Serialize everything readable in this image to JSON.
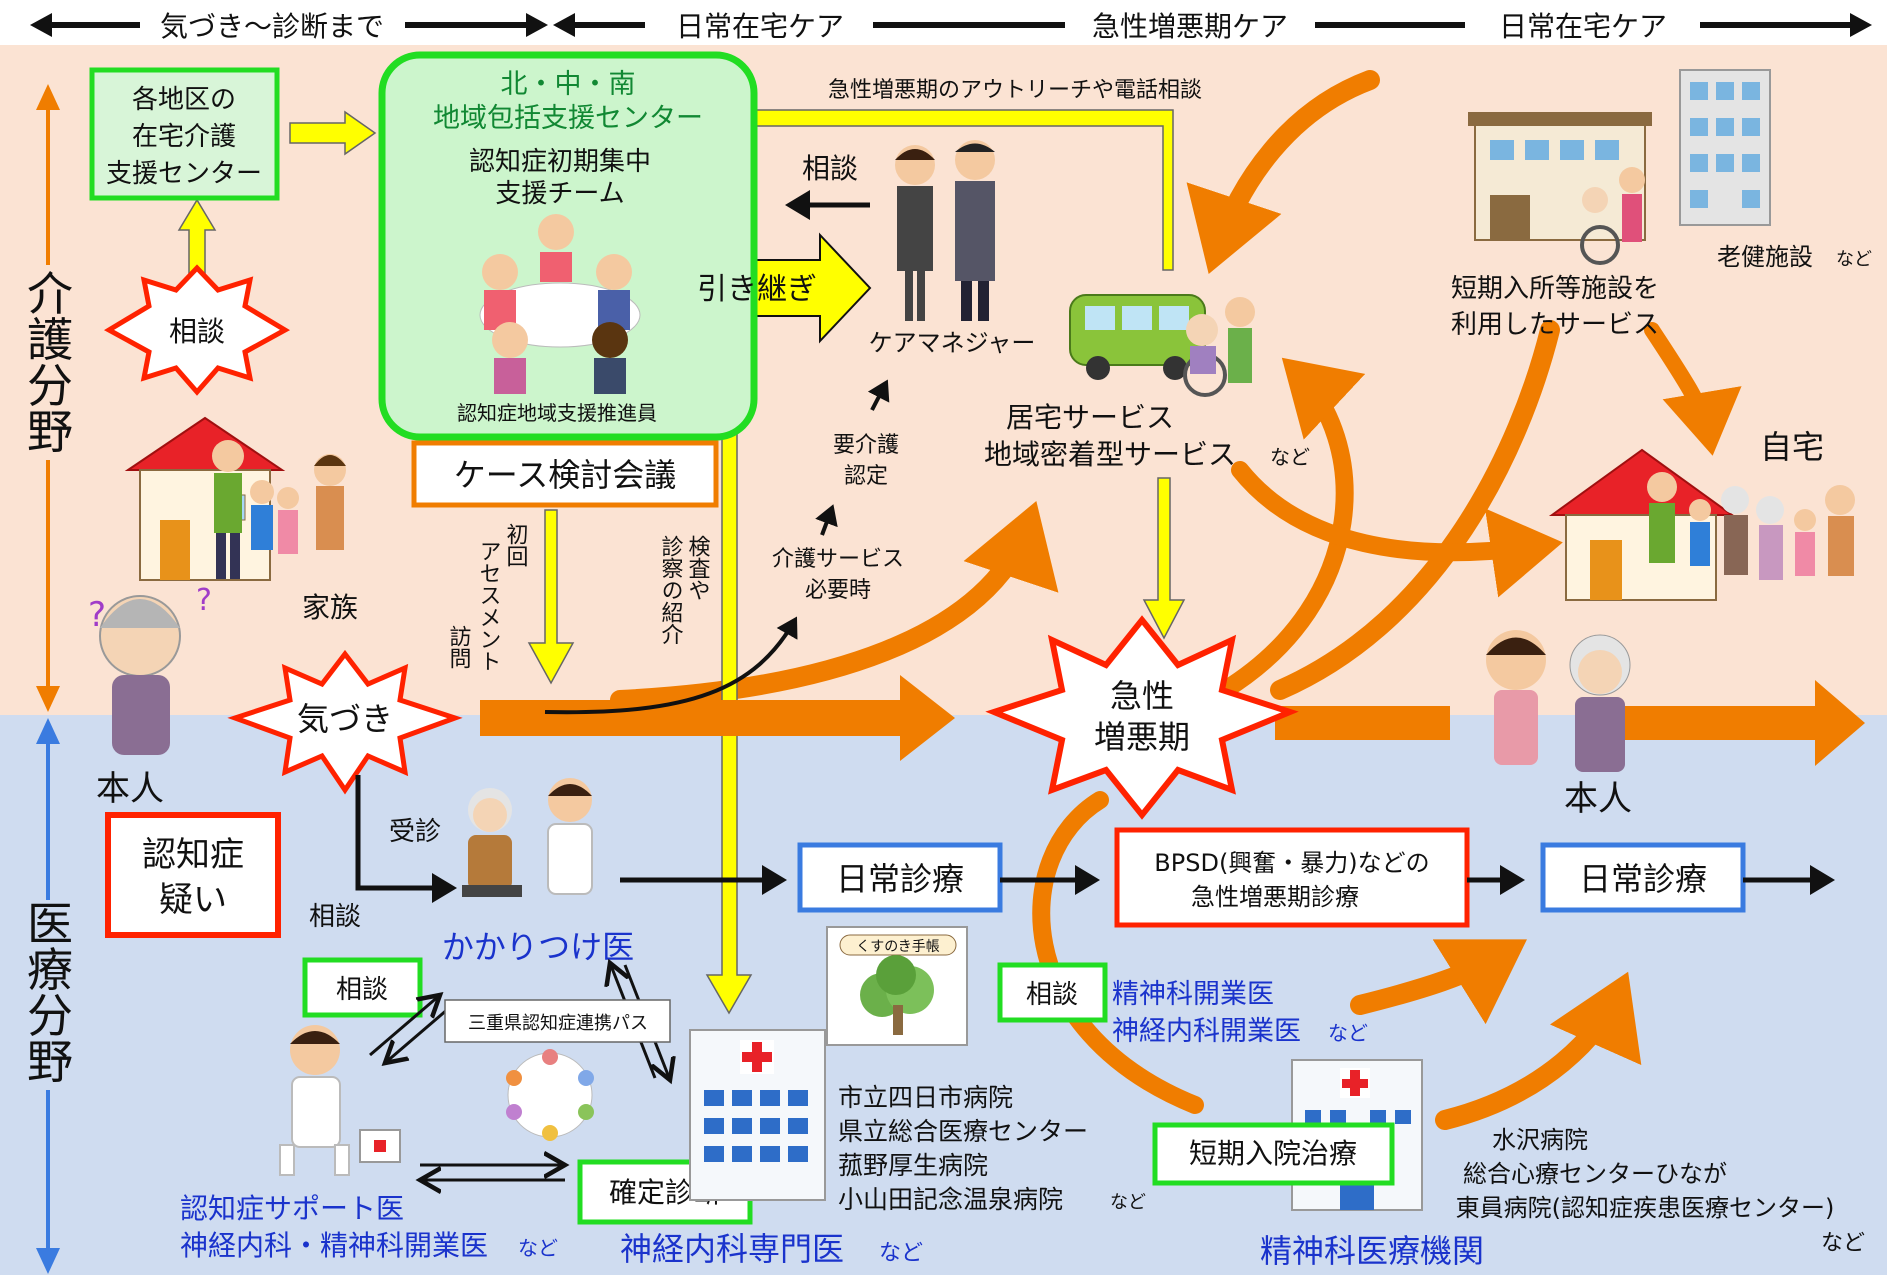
{
  "phases": {
    "phase1": "気づき〜診断まで",
    "phase2": "日常在宅ケア",
    "phase3": "急性増悪期ケア",
    "phase4": "日常在宅ケア"
  },
  "fields": {
    "care": [
      "介",
      "護",
      "分",
      "野"
    ],
    "medical": [
      "医",
      "療",
      "分",
      "野"
    ]
  },
  "care_area": {
    "district_center": [
      "各地区の",
      "在宅介護",
      "支援センター"
    ],
    "soudan_star": "相談",
    "family": "家族",
    "honnin_left": "本人",
    "comprehensive_center": {
      "line1": "北・中・南",
      "line2": "地域包括支援センター",
      "team1": "認知症初期集中",
      "team2": "支援チーム",
      "promoter": "認知症地域支援推進員"
    },
    "case_meeting": "ケース検討会議",
    "hikitsugi": "引き継ぎ",
    "soudan_left_arrow": "相談",
    "outreach": "急性増悪期のアウトリーチや電話相談",
    "care_manager": "ケアマネジャー",
    "youkaigo": [
      "要介護",
      "認定"
    ],
    "kaigo_service_needed": [
      "介護サービス",
      "必要時"
    ],
    "home_service_1": "居宅サービス",
    "home_service_2": "地域密着型サービス",
    "home_service_suffix": "など",
    "short_stay_1": "短期入所等施設を",
    "short_stay_2": "利用したサービス",
    "rouken": "老健施設",
    "rouken_suffix": "など",
    "jitaku": "自宅",
    "shokai_assessment": [
      "初回",
      "アセスメント",
      "訪問"
    ],
    "kensa_shoukai": [
      "検査や",
      "診察の紹介"
    ]
  },
  "flow": {
    "kizuki": "気づき",
    "kyusei_1": "急性",
    "kyusei_2": "増悪期",
    "honnin_right": "本人"
  },
  "medical_area": {
    "ninchisho_utagai_1": "認知症",
    "ninchisho_utagai_2": "疑い",
    "jushin": "受診",
    "soudan_text": "相談",
    "kakaritsuke": "かかりつけ医",
    "soudan_box": "相談",
    "mie_path": "三重県認知症連携パス",
    "kakutei": "確定診断",
    "support_doctor_1": "認知症サポート医",
    "support_doctor_2": "神経内科・精神科開業医",
    "support_doctor_suffix": "など",
    "specialist": "神経内科専門医",
    "specialist_suffix": "など",
    "hospitals": [
      "市立四日市病院",
      "県立総合医療センター",
      "菰野厚生病院",
      "小山田記念温泉病院"
    ],
    "hospitals_suffix": "など",
    "nichijo_shinryo_1": "日常診療",
    "bpsd_1": "BPSD(興奮・暴力)などの",
    "bpsd_2": "急性増悪期診療",
    "nichijo_shinryo_2": "日常診療",
    "kusunoki": "くすのき手帳",
    "soudan_box2": "相談",
    "psych_clinic_1": "精神科開業医",
    "psych_clinic_2": "神経内科開業医",
    "psych_clinic_suffix": "など",
    "short_hospital": "短期入院治療",
    "psych_institution": "精神科医療機関",
    "right_hospitals": [
      "水沢病院",
      "総合心療センターひなが",
      "東員病院(認知症疾患医療センター)",
      "など"
    ]
  },
  "colors": {
    "care_bg": "#fbe3d3",
    "medical_bg": "#cfdcf0",
    "orange": "#f07d00",
    "yellow": "#ffff00",
    "green": "#22dd22",
    "red": "#ff2200",
    "blue_border": "#3a7be0",
    "blue_text": "#1a33cc"
  }
}
